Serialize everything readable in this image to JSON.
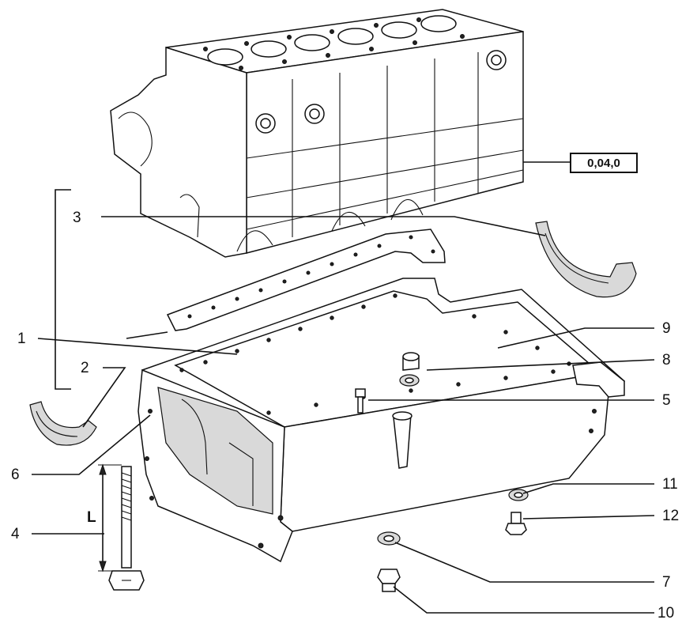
{
  "reference_box": {
    "text": "0,04,0"
  },
  "callouts": [
    {
      "id": "c1",
      "text": "1"
    },
    {
      "id": "c2",
      "text": "2"
    },
    {
      "id": "c3",
      "text": "3"
    },
    {
      "id": "c4",
      "text": "4"
    },
    {
      "id": "c5",
      "text": "5"
    },
    {
      "id": "c6",
      "text": "6"
    },
    {
      "id": "c7",
      "text": "7"
    },
    {
      "id": "c8",
      "text": "8"
    },
    {
      "id": "c9",
      "text": "9"
    },
    {
      "id": "c10",
      "text": "10"
    },
    {
      "id": "c11",
      "text": "11"
    },
    {
      "id": "c12",
      "text": "12"
    }
  ],
  "dimension": {
    "text": "L"
  }
}
